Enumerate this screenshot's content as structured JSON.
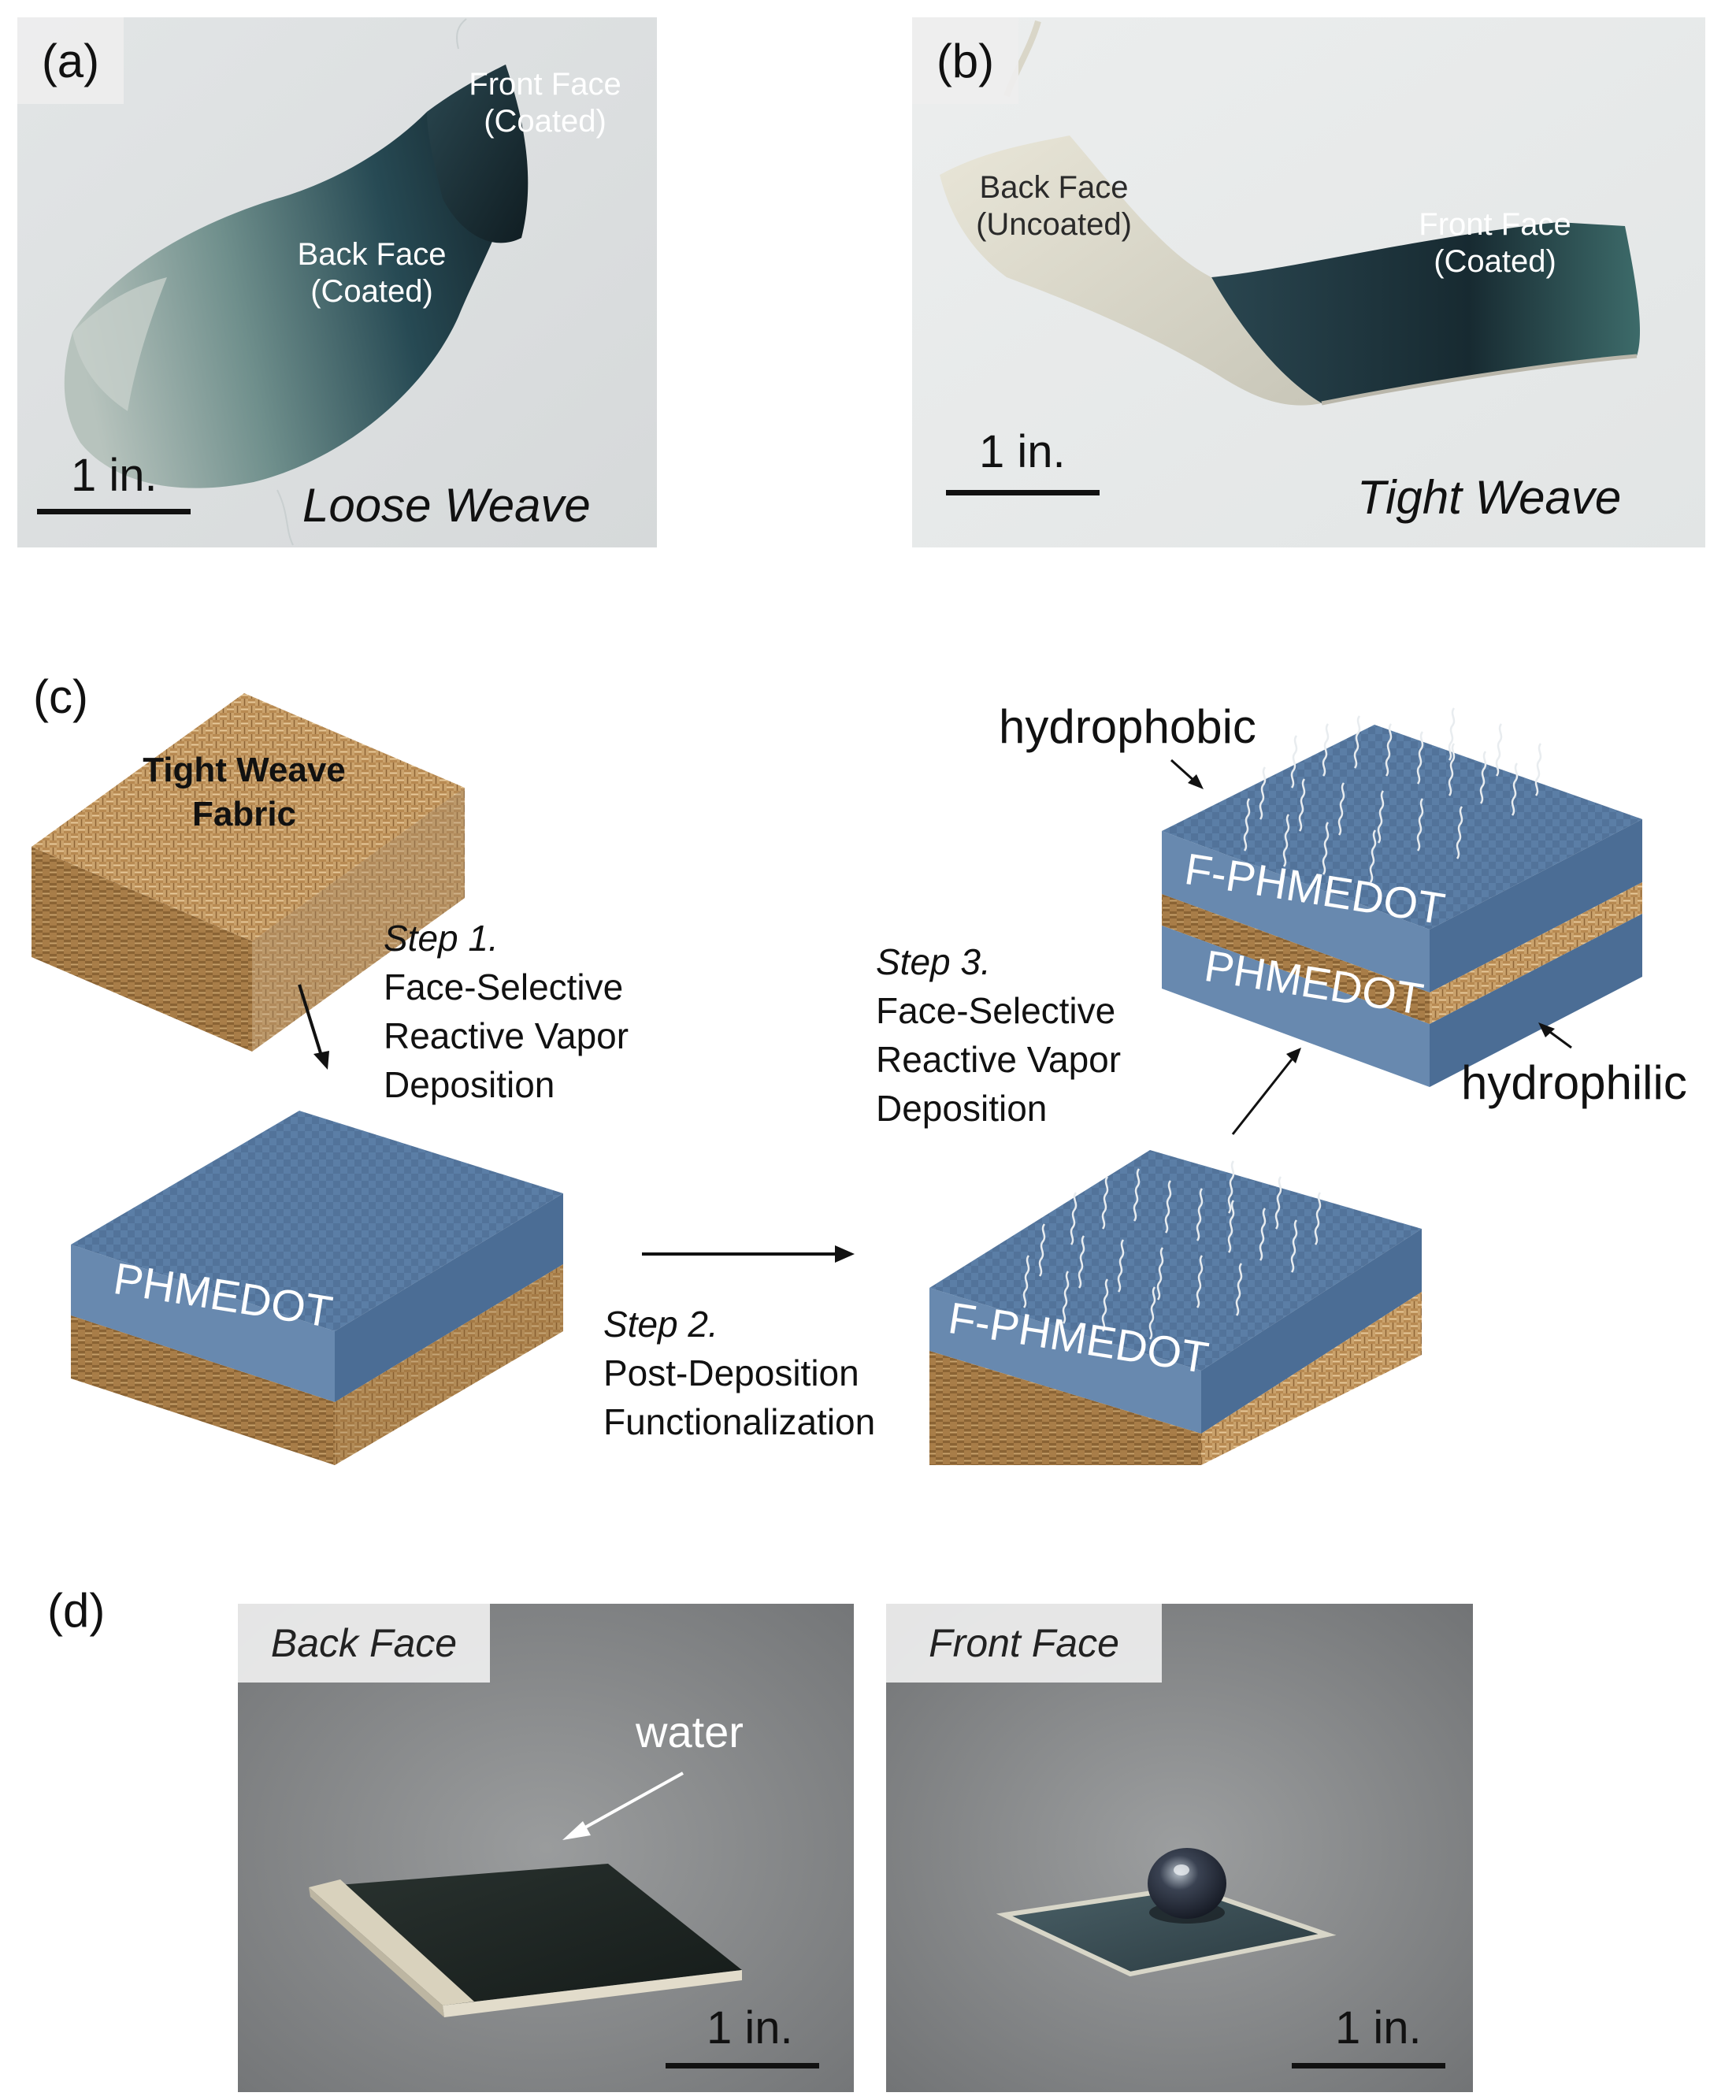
{
  "panels": {
    "a": {
      "letter": "(a)",
      "front_face": "Front Face",
      "front_state": "(Coated)",
      "back_face": "Back Face",
      "back_state": "(Coated)",
      "scale": "1 in.",
      "weave": "Loose Weave"
    },
    "b": {
      "letter": "(b)",
      "back_face": "Back Face",
      "back_state": "(Uncoated)",
      "front_face": "Front Face",
      "front_state": "(Coated)",
      "scale": "1 in.",
      "weave": "Tight Weave"
    },
    "c": {
      "letter": "(c)",
      "fabric_line1": "Tight Weave",
      "fabric_line2": "Fabric",
      "step1": {
        "name": "Step 1.",
        "l1": "Face-Selective",
        "l2": "Reactive Vapor",
        "l3": "Deposition"
      },
      "step2": {
        "name": "Step 2.",
        "l1": "Post-Deposition",
        "l2": "Functionalization"
      },
      "step3": {
        "name": "Step 3.",
        "l1": "Face-Selective",
        "l2": "Reactive Vapor",
        "l3": "Deposition"
      },
      "layer_phmedot": "PHMEDOT",
      "layer_fphmedot": "F-PHMEDOT",
      "final_top": "F-PHMEDOT",
      "final_bottom": "PHMEDOT",
      "hydrophobic": "hydrophobic",
      "hydrophilic": "hydrophilic"
    },
    "d": {
      "letter": "(d)",
      "left_tag": "Back Face",
      "water": "water",
      "left_scale": "1 in.",
      "right_tag": "Front Face",
      "right_scale": "1 in."
    }
  },
  "colors": {
    "fabric": "#c9a571",
    "coating_blue": "#5b7fa8",
    "photo_bg": "#e9ecec",
    "fabric_dark": "#1f3035"
  }
}
